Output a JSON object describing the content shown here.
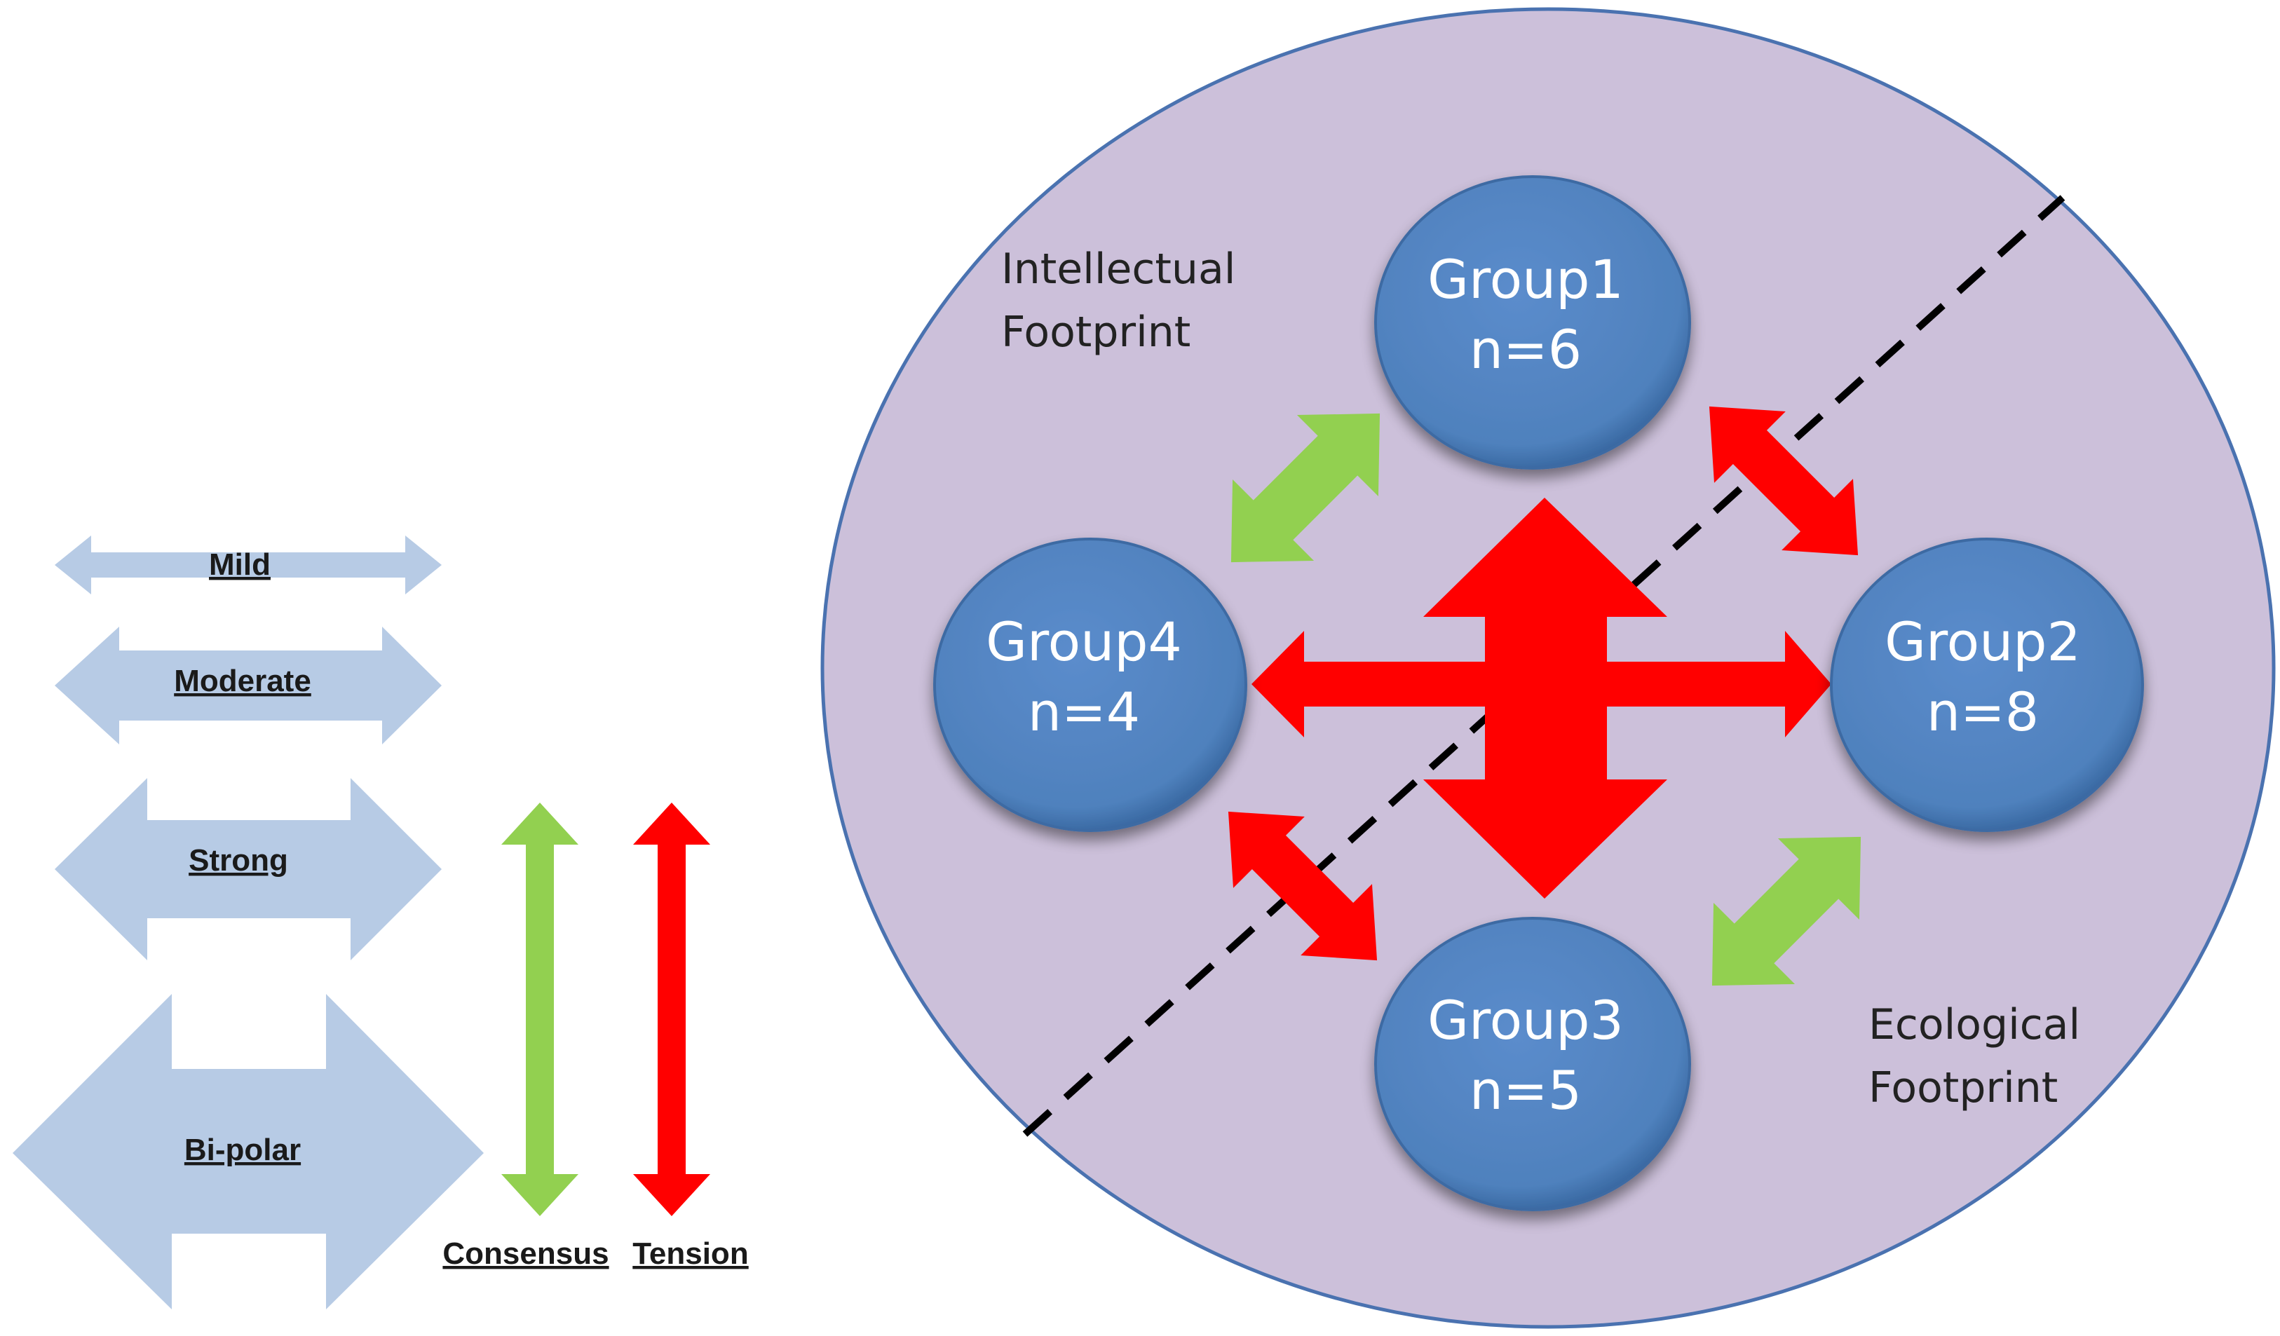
{
  "legend": {
    "strength": [
      {
        "label": "Mild"
      },
      {
        "label": "Moderate"
      },
      {
        "label": "Strong"
      },
      {
        "label": "Bi-polar"
      }
    ],
    "relation": [
      {
        "label": "Consensus",
        "color": "#92d050"
      },
      {
        "label": "Tension",
        "color": "#ff0000"
      }
    ],
    "strength_color": "#b7cbe5"
  },
  "circle": {
    "fill": "#ccc0da",
    "stroke": "#4a72b0",
    "divider_style": "dashed"
  },
  "regions": {
    "top_left_line1": "Intellectual",
    "top_left_line2": "Footprint",
    "bottom_right_line1": "Ecological",
    "bottom_right_line2": "Footprint"
  },
  "groups": [
    {
      "name": "Group1",
      "n": "n=6"
    },
    {
      "name": "Group2",
      "n": "n=8"
    },
    {
      "name": "Group3",
      "n": "n=5"
    },
    {
      "name": "Group4",
      "n": "n=4"
    }
  ],
  "group_color": "#4f81bd",
  "relations": [
    {
      "from": "Group1",
      "to": "Group4",
      "type": "Consensus",
      "strength": "Strong"
    },
    {
      "from": "Group1",
      "to": "Group2",
      "type": "Tension",
      "strength": "Strong"
    },
    {
      "from": "Group2",
      "to": "Group3",
      "type": "Consensus",
      "strength": "Strong"
    },
    {
      "from": "Group3",
      "to": "Group4",
      "type": "Tension",
      "strength": "Strong"
    },
    {
      "from": "Group4",
      "to": "Group2",
      "type": "Tension",
      "strength": "Moderate"
    },
    {
      "from": "Group1",
      "to": "Group3",
      "type": "Tension",
      "strength": "Bi-polar"
    }
  ]
}
